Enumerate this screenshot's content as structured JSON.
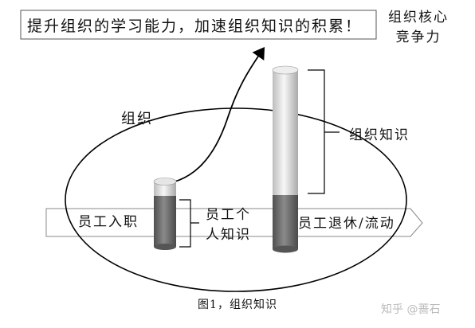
{
  "banner": "提升组织的学习能力，加速组织知识的积累！",
  "core_competitiveness": "组织核心竞争力",
  "organization_label": "组织",
  "organization_knowledge_label": "组织知识",
  "employee_entry_label": "员工入职",
  "personal_knowledge_label": "员工个人知识",
  "employee_exit_label": "员工退休/流动",
  "caption": "图1，组织知识",
  "watermark": "知乎 @蔷石"
}
